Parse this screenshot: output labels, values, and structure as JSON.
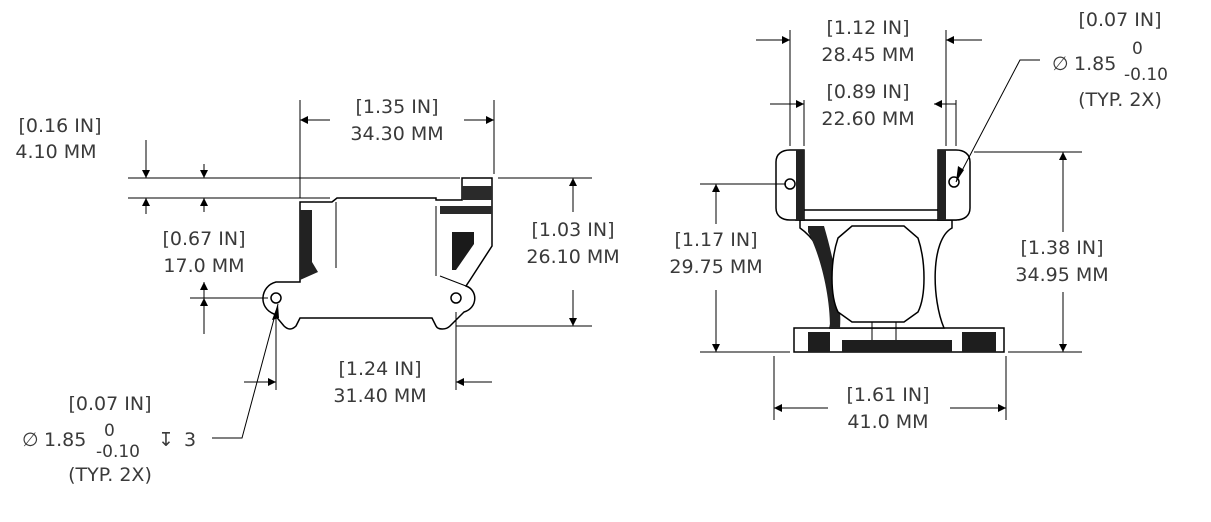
{
  "left_view": {
    "dim_top_width": {
      "inch": "[1.35 IN]",
      "mm": "34.30 MM"
    },
    "dim_step": {
      "inch": "[0.16 IN]",
      "mm": "4.10 MM"
    },
    "dim_hole_height": {
      "inch": "[0.67 IN]",
      "mm": "17.0 MM"
    },
    "dim_total_height": {
      "inch": "[1.03 IN]",
      "mm": "26.10 MM"
    },
    "dim_hole_spacing": {
      "inch": "[1.24 IN]",
      "mm": "31.40 MM"
    },
    "hole_callout": {
      "inch": "[0.07 IN]",
      "diameter_symbol": "∅",
      "nominal": "1.85",
      "upper_tol": "0",
      "lower_tol": "-0.10",
      "depth_symbol": "↧",
      "depth": "3",
      "note": "(TYP. 2X)"
    }
  },
  "right_view": {
    "dim_outer_width": {
      "inch": "[1.12 IN]",
      "mm": "28.45 MM"
    },
    "dim_inner_width": {
      "inch": "[0.89 IN]",
      "mm": "22.60 MM"
    },
    "dim_hole_height": {
      "inch": "[1.17 IN]",
      "mm": "29.75 MM"
    },
    "dim_total_height": {
      "inch": "[1.38 IN]",
      "mm": "34.95 MM"
    },
    "dim_base_width": {
      "inch": "[1.61 IN]",
      "mm": "41.0 MM"
    },
    "hole_callout": {
      "inch": "[0.07 IN]",
      "diameter_symbol": "∅",
      "nominal": "1.85",
      "upper_tol": "0",
      "lower_tol": "-0.10",
      "note": "(TYP. 2X)"
    }
  }
}
